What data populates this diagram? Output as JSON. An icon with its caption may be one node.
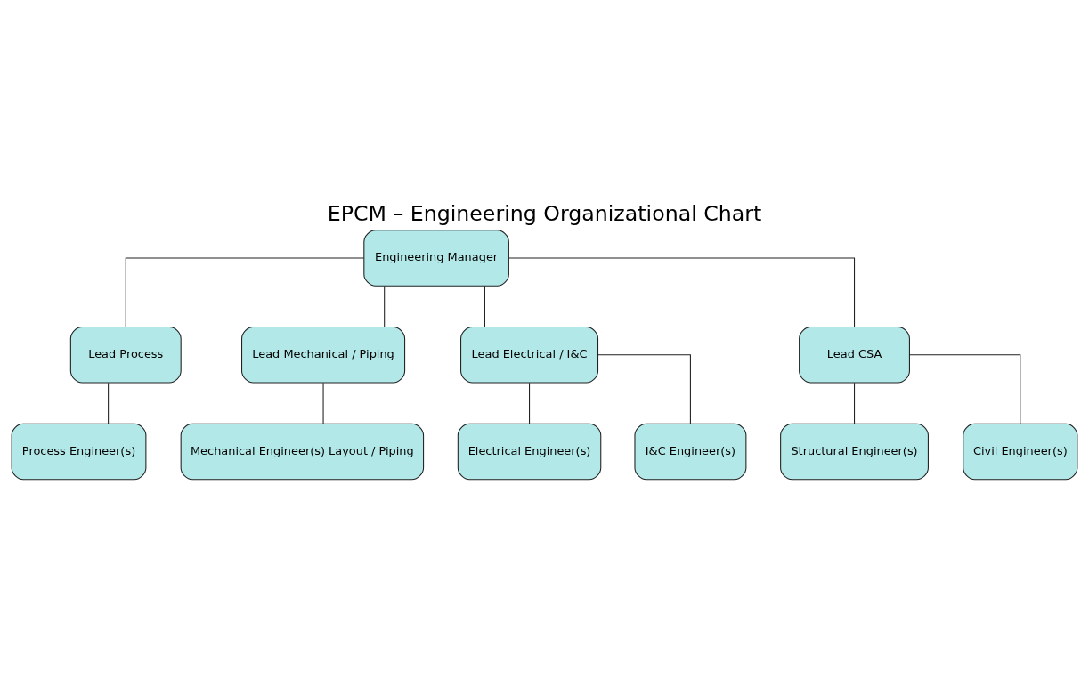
{
  "diagram": {
    "title": "EPCM – Engineering Organizational Chart",
    "nodes": [
      {
        "text": [
          "Engineering Manager"
        ]
      },
      {
        "text": [
          "Lead Process"
        ]
      },
      {
        "text": [
          "Lead Mechanical / Piping"
        ]
      },
      {
        "text": [
          "Lead Electrical / I&C"
        ]
      },
      {
        "text": [
          "Lead CSA"
        ]
      },
      {
        "text": [
          "Process Engineer(s)"
        ]
      },
      {
        "text": [
          "Mechanical Engineer(s) Layout / Piping"
        ]
      },
      {
        "text": [
          "Electrical Engineer(s)"
        ]
      },
      {
        "text": [
          "I&C Engineer(s)"
        ]
      },
      {
        "text": [
          "Structural Engineer(s)"
        ]
      },
      {
        "text": [
          "Civil Engineer(s)"
        ]
      }
    ],
    "edges": [
      {
        "from": 0,
        "to": 1,
        "arrow": "none"
      },
      {
        "from": 0,
        "to": 2,
        "arrow": "none"
      },
      {
        "from": 0,
        "to": 3,
        "arrow": "none"
      },
      {
        "from": 0,
        "to": 4,
        "arrow": "none"
      },
      {
        "from": 1,
        "to": 5,
        "arrow": "none"
      },
      {
        "from": 2,
        "to": 6,
        "arrow": "none"
      },
      {
        "from": 3,
        "to": 7,
        "arrow": "none"
      },
      {
        "from": 3,
        "to": 8,
        "arrow": "none"
      },
      {
        "from": 4,
        "to": 9,
        "arrow": "none"
      },
      {
        "from": 4,
        "to": 10,
        "arrow": "none"
      }
    ]
  }
}
